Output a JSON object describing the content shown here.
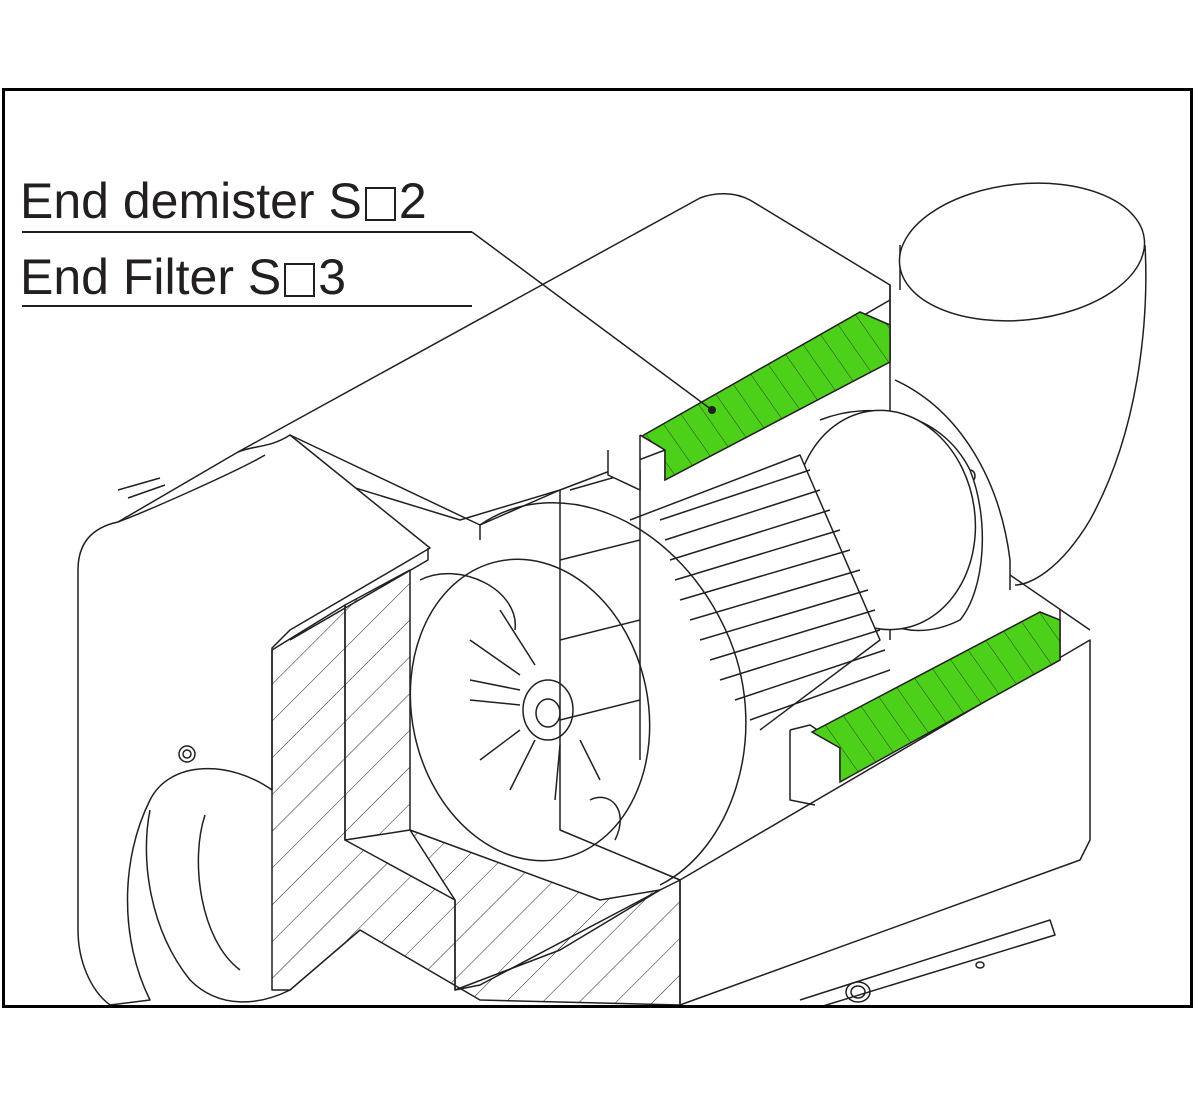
{
  "labels": {
    "demister": {
      "prefix": "End demister S",
      "suffix": "2"
    },
    "filter": {
      "prefix": "End Filter S",
      "suffix": "3"
    }
  },
  "colors": {
    "filter_fill": "#4cd01a",
    "line": "#231f20",
    "background": "#ffffff"
  }
}
